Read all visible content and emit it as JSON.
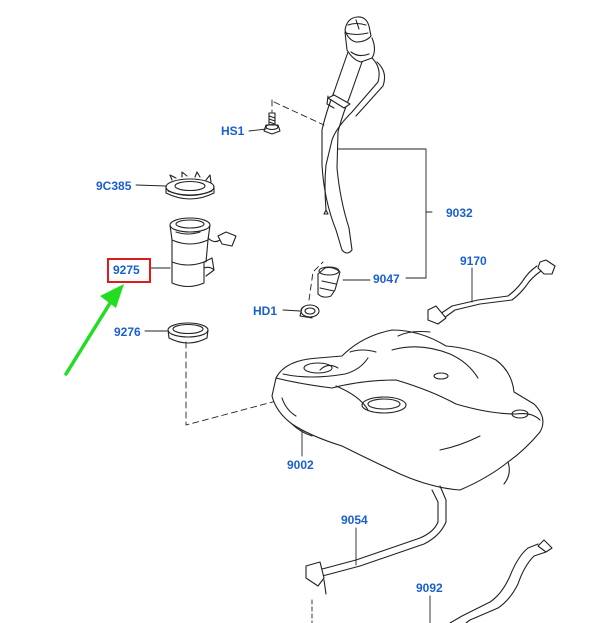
{
  "colors": {
    "label": "#1a5fd0",
    "highlight": "#e01b1b",
    "arrow": "#22dd22",
    "line": "#222222"
  },
  "labels": {
    "hs1": "HS1",
    "p9c385": "9C385",
    "p9275": "9275",
    "p9276": "9276",
    "hd1": "HD1",
    "p9002": "9002",
    "p9032": "9032",
    "p9047": "9047",
    "p9170": "9170",
    "p9054": "9054",
    "p9092": "9092"
  },
  "highlighted_part": "9275"
}
